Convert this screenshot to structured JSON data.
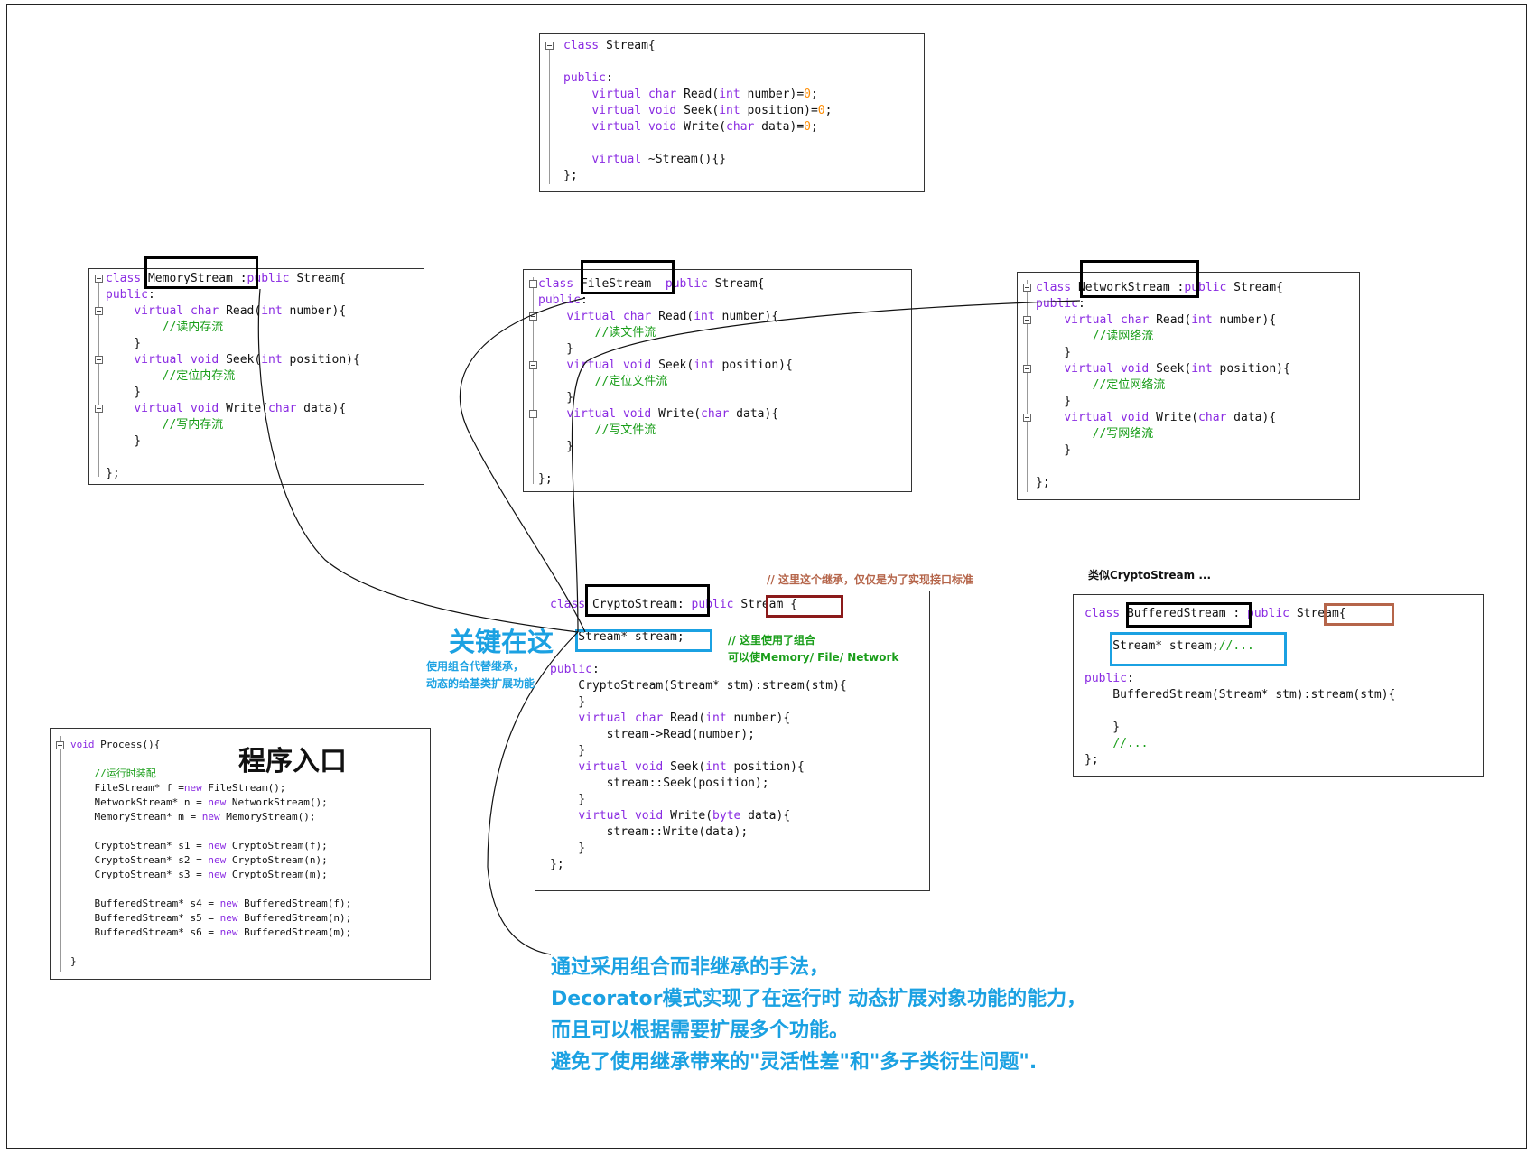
{
  "stream_class": {
    "lines": [
      "class Stream{",
      "",
      "public:",
      "    virtual char Read(int number)=0;",
      "    virtual void Seek(int position)=0;",
      "    virtual void Write(char data)=0;",
      "",
      "    virtual ~Stream(){}",
      "};"
    ]
  },
  "memory_stream": {
    "class_name": "MemoryStream",
    "lines": [
      "class MemoryStream :public Stream{",
      "public:",
      "    virtual char Read(int number){",
      "        //读内存流",
      "    }",
      "    virtual void Seek(int position){",
      "        //定位内存流",
      "    }",
      "    virtual void Write(char data){",
      "        //写内存流",
      "    }",
      "",
      "};"
    ]
  },
  "file_stream": {
    "class_name": "FileStream",
    "lines": [
      "class FileStream  public Stream{",
      "public:",
      "    virtual char Read(int number){",
      "        //读文件流",
      "    }",
      "    virtual void Seek(int position){",
      "        //定位文件流",
      "    }",
      "    virtual void Write(char data){",
      "        //写文件流",
      "    }",
      "",
      "};"
    ]
  },
  "network_stream": {
    "class_name": "NetworkStream",
    "lines": [
      "class NetworkStream :public Stream{",
      "public:",
      "    virtual char Read(int number){",
      "        //读网络流",
      "    }",
      "    virtual void Seek(int position){",
      "        //定位网络流",
      "    }",
      "    virtual void Write(char data){",
      "        //写网络流",
      "    }",
      "",
      "};"
    ]
  },
  "crypto_stream": {
    "class_name": "CryptoStream",
    "lines": [
      "class CryptoStream: public Stream {",
      "",
      "    Stream* stream;",
      "",
      "public:",
      "    CryptoStream(Stream* stm):stream(stm){",
      "    }",
      "    virtual char Read(int number){",
      "        stream->Read(number);",
      "    }",
      "    virtual void Seek(int position){",
      "        stream::Seek(position);",
      "    }",
      "    virtual void Write(byte data){",
      "        stream::Write(data);",
      "    }",
      "};"
    ]
  },
  "buffered_stream": {
    "class_name": "BufferedStream",
    "lines": [
      "class BufferedStream : public Stream{",
      "",
      "    Stream* stream;//...",
      "",
      "public:",
      "    BufferedStream(Stream* stm):stream(stm){",
      "",
      "    }",
      "    //...",
      "};"
    ]
  },
  "process": {
    "title": "程序入口",
    "lines": [
      "void Process(){",
      "",
      "    //运行时装配",
      "    FileStream* f =new FileStream();",
      "    NetworkStream* n = new NetworkStream();",
      "    MemoryStream* m = new MemoryStream();",
      "",
      "    CryptoStream* s1 = new CryptoStream(f);",
      "    CryptoStream* s2 = new CryptoStream(n);",
      "    CryptoStream* s3 = new CryptoStream(m);",
      "",
      "    BufferedStream* s4 = new BufferedStream(f);",
      "    BufferedStream* s5 = new BufferedStream(n);",
      "    BufferedStream* s6 = new BufferedStream(m);",
      "",
      "}"
    ]
  },
  "notes": {
    "inherit_note": "// 这里这个继承，仅仅是为了实现接口标准",
    "similar_note": "类似CryptoStream ...",
    "key_title": "关键在这",
    "key_sub1": "使用组合代替继承，",
    "key_sub2": "动态的给基类扩展功能",
    "compose_note1": "// 这里使用了组合",
    "compose_note2": "可以使Memory/ File/ Network",
    "summary": [
      "通过采用组合而非继承的手法，",
      "Decorator模式实现了在运行时 动态扩展对象功能的能力，",
      "而且可以根据需要扩展多个功能。",
      "避免了使用继承带来的\"灵活性差\"和\"多子类衍生问题\"."
    ]
  },
  "colors": {
    "keyword": "#8a2be2",
    "comment": "#1a9e1a",
    "accent_blue": "#1ba1e2",
    "dark_red": "#8b1a1a",
    "brown": "#b5654a"
  }
}
